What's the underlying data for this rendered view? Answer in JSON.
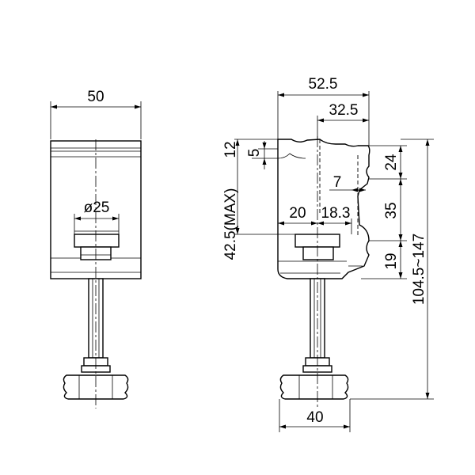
{
  "front_view": {
    "width_label": "50",
    "bore_label": "ø25"
  },
  "side_view": {
    "overall_width_label": "52.5",
    "jaw_width_label": "32.5",
    "jaw_recess_label": "5",
    "max_opening_label": "42.5(MAX)",
    "top_thickness_label": "12",
    "upper_height_label": "24",
    "notch_label": "7",
    "mid_height_label": "35",
    "lower_height_label": "19",
    "overall_height_label": "104.5~147",
    "pad_left_label": "20",
    "pad_right_label": "18.3",
    "knob_width_label": "40"
  }
}
